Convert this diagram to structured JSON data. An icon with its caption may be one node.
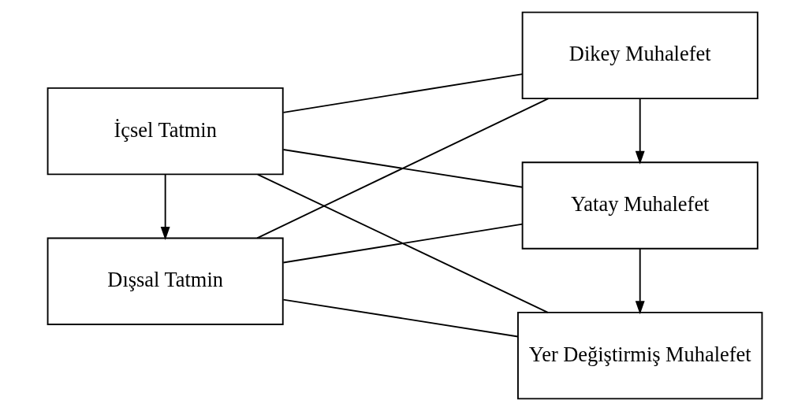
{
  "diagram": {
    "nodes": [
      {
        "text": [
          "İçsel Tatmin"
        ]
      },
      {
        "text": [
          "Dışsal Tatmin"
        ]
      },
      {
        "text": [
          "Dikey Muhalefet"
        ]
      },
      {
        "text": [
          "Yatay Muhalefet"
        ]
      },
      {
        "text": [
          "Yer Değiştirmiş Muhalefet"
        ]
      }
    ],
    "edges": [
      {
        "from": 0,
        "to": 1,
        "arrow": "to"
      },
      {
        "from": 2,
        "to": 3,
        "arrow": "to"
      },
      {
        "from": 3,
        "to": 4,
        "arrow": "to"
      },
      {
        "from": 0,
        "to": 2,
        "arrow": "none"
      },
      {
        "from": 0,
        "to": 3,
        "arrow": "none"
      },
      {
        "from": 0,
        "to": 4,
        "arrow": "none"
      },
      {
        "from": 1,
        "to": 2,
        "arrow": "none"
      },
      {
        "from": 1,
        "to": 3,
        "arrow": "none"
      },
      {
        "from": 1,
        "to": 4,
        "arrow": "none"
      }
    ]
  }
}
